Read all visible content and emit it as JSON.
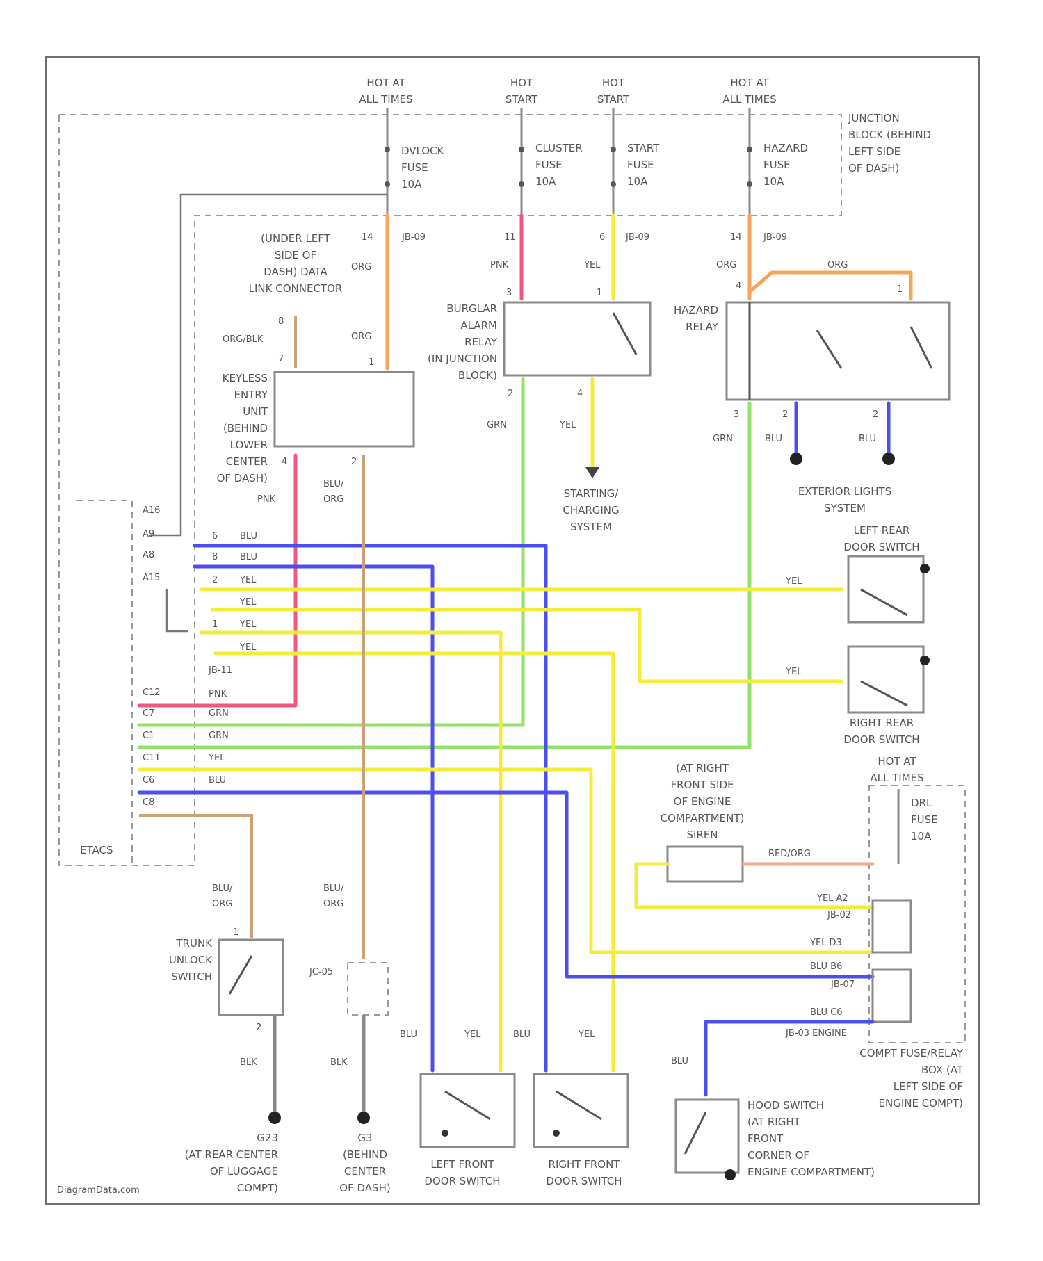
{
  "diagram": {
    "power_labels": [
      {
        "id": "p1",
        "lines": [
          "HOT AT",
          "ALL TIMES"
        ]
      },
      {
        "id": "p2",
        "lines": [
          "HOT",
          "START"
        ]
      },
      {
        "id": "p3",
        "lines": [
          "HOT",
          "START"
        ]
      },
      {
        "id": "p4",
        "lines": [
          "HOT AT",
          "ALL TIMES"
        ]
      }
    ],
    "fuses": [
      {
        "id": "f1",
        "lines": [
          "DVLOCK",
          "FUSE",
          "10A"
        ]
      },
      {
        "id": "f2",
        "lines": [
          "CLUSTER",
          "FUSE",
          "10A"
        ]
      },
      {
        "id": "f3",
        "lines": [
          "START",
          "FUSE",
          "10A"
        ]
      },
      {
        "id": "f4",
        "lines": [
          "HAZARD",
          "FUSE",
          "10A"
        ]
      }
    ],
    "junction_block": [
      "JUNCTION",
      "BLOCK (BEHIND",
      "LEFT SIDE",
      "OF DASH)"
    ],
    "data_link": [
      "(UNDER LEFT",
      "SIDE OF",
      "DASH) DATA",
      "LINK CONNECTOR"
    ],
    "keyless_unit": [
      "KEYLESS",
      "ENTRY",
      "UNIT",
      "(BEHIND",
      "LOWER",
      "CENTER",
      "OF DASH)"
    ],
    "burglar_relay": [
      "BURGLAR",
      "ALARM",
      "RELAY",
      "(IN JUNCTION",
      "BLOCK)"
    ],
    "hazard_relay": [
      "HAZARD",
      "RELAY"
    ],
    "starting_system": [
      "STARTING/",
      "CHARGING",
      "SYSTEM"
    ],
    "exterior_lights": [
      "EXTERIOR LIGHTS",
      "SYSTEM"
    ],
    "left_rear_switch": [
      "LEFT REAR",
      "DOOR SWITCH"
    ],
    "right_rear_switch": [
      "RIGHT REAR",
      "DOOR SWITCH"
    ],
    "siren": [
      "(AT RIGHT",
      "FRONT SIDE",
      "OF ENGINE",
      "COMPARTMENT)",
      "SIREN"
    ],
    "drl_fuse": [
      "DRL",
      "FUSE",
      "10A"
    ],
    "hot_at_all_times_2": [
      "HOT AT",
      "ALL TIMES"
    ],
    "engine_fuse_box": [
      "COMPT FUSE/RELAY",
      "BOX (AT",
      "LEFT SIDE OF",
      "ENGINE COMPT)"
    ],
    "etacs": "ETACS",
    "trunk_switch": [
      "TRUNK",
      "UNLOCK",
      "SWITCH"
    ],
    "hood_switch": [
      "HOOD SWITCH",
      "(AT RIGHT",
      "FRONT",
      "CORNER OF",
      "ENGINE COMPARTMENT)"
    ],
    "left_front_switch": [
      "LEFT FRONT",
      "DOOR SWITCH"
    ],
    "right_front_switch": [
      "RIGHT FRONT",
      "DOOR SWITCH"
    ],
    "g23": [
      "G23",
      "(AT REAR CENTER",
      "OF LUGGAGE",
      "COMPT)"
    ],
    "g3": [
      "G3",
      "(BEHIND",
      "CENTER",
      "OF DASH)"
    ],
    "jc": "JC-05",
    "watermark": "DiagramData.com",
    "wire_labels": {
      "org1": "ORG",
      "org2": "ORG",
      "org3": "ORG",
      "org4": "ORG",
      "org5": "ORG",
      "pnk1": "PNK",
      "pnk2": "PNK",
      "pnk3": "PNK",
      "yel1": "YEL",
      "yel2": "YEL",
      "grn1": "GRN",
      "grn2": "GRN",
      "blu1": "BLU",
      "blu2": "BLU",
      "orgblk": "ORG/BLK",
      "bluorg": "BLU/\nORG",
      "jb09a": "JB-09",
      "jb09b": "JB-09",
      "jb09c": "JB-09",
      "jb11": "JB-11",
      "redorg": "RED/ORG",
      "jb02": "JB-02",
      "jb07": "JB-07",
      "jb03": "JB-03 ENGINE",
      "blk": "BLK"
    },
    "etacs_pins": [
      "A16",
      "A9",
      "A8",
      "A15",
      "",
      "",
      "",
      "C12",
      "C7",
      "C1",
      "C11",
      "C6",
      "C8"
    ],
    "jb_pins": [
      {
        "n": "6",
        "c": "BLU"
      },
      {
        "n": "8",
        "c": "BLU"
      },
      {
        "n": "2",
        "c": "YEL"
      },
      {
        "n": "",
        "c": "YEL"
      },
      {
        "n": "1",
        "c": "YEL"
      },
      {
        "n": "",
        "c": "YEL"
      }
    ],
    "etacs_wire_colors": [
      "PNK",
      "GRN",
      "GRN",
      "YEL",
      "BLU"
    ]
  }
}
